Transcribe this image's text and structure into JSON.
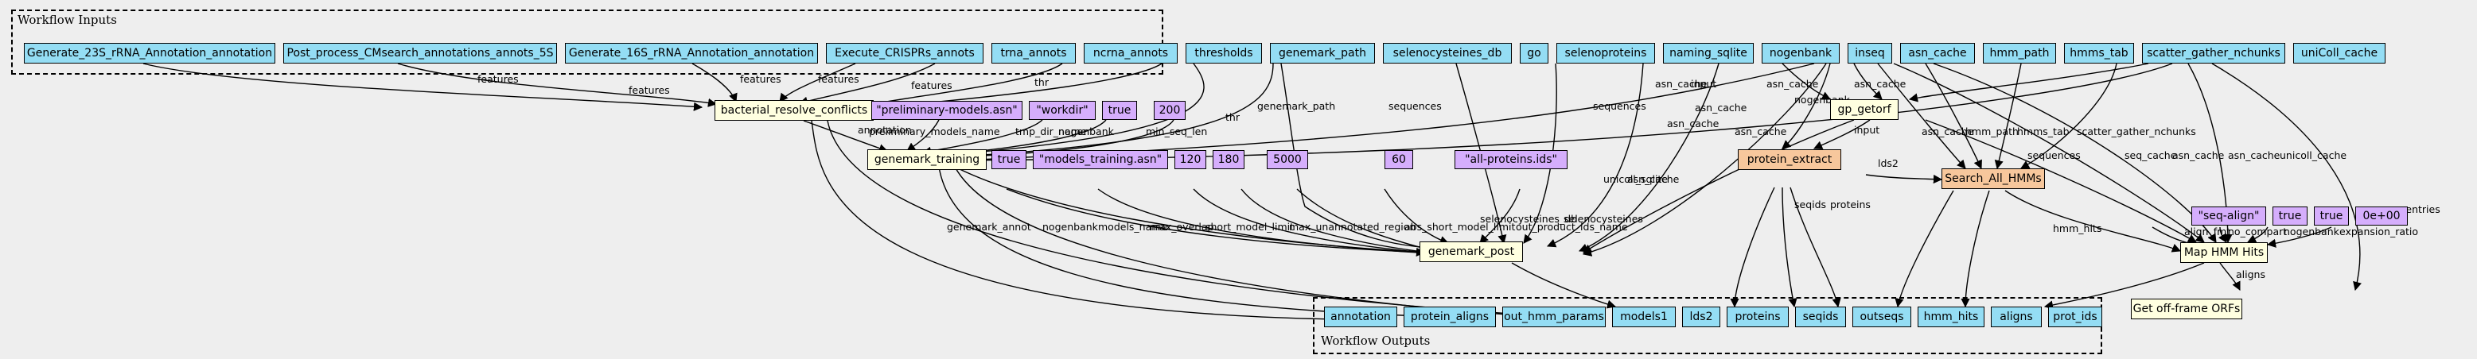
{
  "clusters": {
    "inputs_label": "Workflow Inputs",
    "outputs_label": "Workflow Outputs"
  },
  "inputs": {
    "gen_23s": "Generate_23S_rRNA_Annotation_annotation",
    "post_process": "Post_process_CMsearch_annotations_annots_5S",
    "gen_16s": "Generate_16S_rRNA_Annotation_annotation",
    "crispr": "Execute_CRISPRs_annots",
    "trna": "trna_annots",
    "ncrna": "ncrna_annots",
    "thresholds": "thresholds",
    "genemark_path": "genemark_path",
    "selenocysteines_db": "selenocysteines_db",
    "go": "go",
    "selenoproteins": "selenoproteins",
    "naming_sqlite": "naming_sqlite",
    "nogenbank": "nogenbank",
    "inseq": "inseq",
    "asn_cache": "asn_cache",
    "hmm_path": "hmm_path",
    "hmms_tab": "hmms_tab",
    "scatter": "scatter_gather_nchunks",
    "unicoll": "uniColl_cache"
  },
  "steps": {
    "bacterial": "bacterial_resolve_conflicts",
    "genemark_training": "genemark_training",
    "gp_getorf": "gp_getorf",
    "protein_extract": "protein_extract",
    "genemark_post": "genemark_post",
    "search_all": "Search_All_HMMs",
    "map_hmm": "Map HMM Hits",
    "get_offframe": "Get off-frame ORFs"
  },
  "constants": {
    "prelim": "\"preliminary-models.asn\"",
    "workdir": "\"workdir\"",
    "true1": "true",
    "c200": "200",
    "true2": "true",
    "models_training": "\"models_training.asn\"",
    "c120": "120",
    "c180": "180",
    "c5000": "5000",
    "c60": "60",
    "allprot": "\"all-proteins.ids\"",
    "seqalign": "\"seq-align\"",
    "true3": "true",
    "true4": "true",
    "zero": "0e+00"
  },
  "outputs": {
    "annotation": "annotation",
    "protein_aligns": "protein_aligns",
    "out_hmm_params": "out_hmm_params",
    "models1": "models1",
    "lds2": "lds2",
    "proteins": "proteins",
    "seqids": "seqids",
    "outseqs": "outseqs",
    "hmm_hits": "hmm_hits",
    "aligns": "aligns",
    "prot_ids": "prot_ids"
  },
  "edge_labels": {
    "features": "features",
    "thr": "thr",
    "sequences": "sequences",
    "annotation": "annotation",
    "preliminary_models_name": "preliminary_models_name",
    "tmp_dir_name": "tmp_dir_name",
    "nogenbank": "nogenbank",
    "min_seq_len": "min_seq_len",
    "genemark_path": "genemark_path",
    "asn_cache": "asn_cache",
    "input": "input",
    "lds2": "lds2",
    "seqids": "seqids",
    "proteins": "proteins",
    "hmm_path": "hmm_path",
    "hmms_tab": "hmms_tab",
    "scatter_gather_nchunks": "scatter_gather_nchunks",
    "seq_cache": "seq_cache",
    "unicoll_cache": "unicoll_cache",
    "seq_entries": "seq_entries",
    "hmm_hits": "hmm_hits",
    "align_fmt": "align_fmt",
    "no_compart": "no_compart",
    "expansion_ratio": "expansion_ratio",
    "aligns": "aligns",
    "selenocysteines_db": "selenocysteines_db",
    "selenocysteines": "selenocysteines",
    "unicoll_sqlite": "unicoll_sqlite",
    "genemark_annot": "genemark_annot",
    "models_name": "models_name",
    "max_overlap": "max_overlap",
    "short_model_limit": "short_model_limit",
    "max_unannotated_region": "max_unannotated_region",
    "abs_short_model_limit": "abs_short_model_limit",
    "out_product_ids_name": "out_product_ids_name"
  }
}
